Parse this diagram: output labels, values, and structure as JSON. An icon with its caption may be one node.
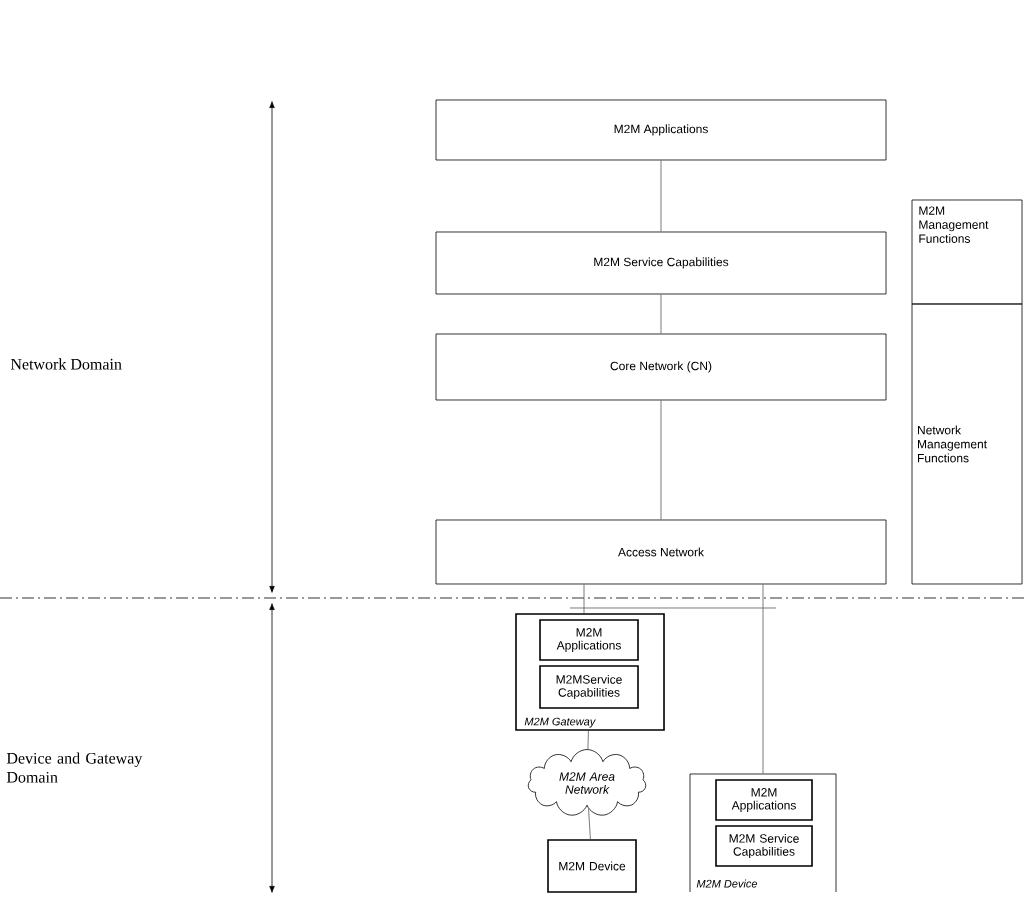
{
  "diagram": {
    "nodes": [
      {
        "text": [
          "M2M Applications"
        ]
      },
      {
        "text": [
          "M2M Service Capabilities"
        ]
      },
      {
        "text": [
          "Core Network (CN)"
        ]
      },
      {
        "text": [
          "Access Network"
        ]
      },
      {
        "text": [
          "M2M Management Functions"
        ]
      },
      {
        "text": [
          "Network Management Functions"
        ]
      },
      {
        "text": [
          "M2M Gateway"
        ]
      },
      {
        "text": [
          "M2M Applications"
        ],
        "in": 6
      },
      {
        "text": [
          "M2MService Capabilities"
        ],
        "in": 6
      },
      {
        "text": [
          "M2M Area Network"
        ]
      },
      {
        "text": [
          "M2M Device"
        ]
      },
      {
        "text": [
          "M2M Device"
        ]
      },
      {
        "text": [
          "M2M Applications"
        ],
        "in": 11
      },
      {
        "text": [
          "M2M Service Capabilities"
        ],
        "in": 11
      }
    ],
    "edges": [
      {
        "from": 0,
        "to": 1,
        "arrow": "none"
      },
      {
        "from": 1,
        "to": 2,
        "arrow": "none"
      },
      {
        "from": 2,
        "to": 3,
        "arrow": "none"
      },
      {
        "from": 3,
        "to": 6,
        "arrow": "none"
      },
      {
        "from": 3,
        "to": 11,
        "arrow": "none"
      },
      {
        "from": 6,
        "to": 9,
        "arrow": "none"
      },
      {
        "from": 9,
        "to": 10,
        "arrow": "none"
      }
    ],
    "labels": [
      "Network Domain",
      "Device and Gateway Domain"
    ]
  }
}
